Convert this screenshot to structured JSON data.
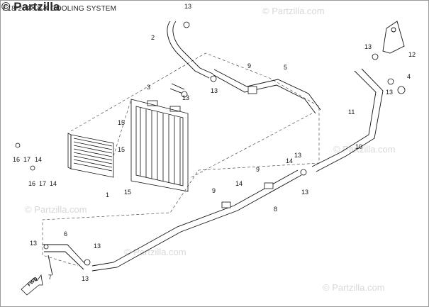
{
  "header": {
    "title": "F18-2 ※※※※ COOLING SYSTEM"
  },
  "watermark": {
    "corner": "© Partzilla",
    "text": "© Partzilla.com"
  },
  "direction_label": "FWD",
  "callouts": [
    "1",
    "2",
    "3",
    "4",
    "5",
    "6",
    "7",
    "8",
    "9",
    "10",
    "11",
    "12",
    "13",
    "14",
    "15",
    "16",
    "17"
  ]
}
